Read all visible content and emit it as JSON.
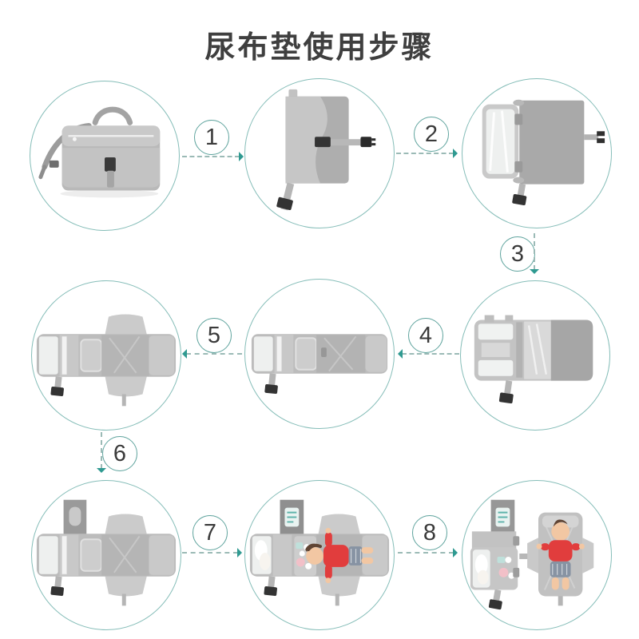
{
  "title": "尿布垫使用步骤",
  "steps": [
    {
      "number": "1",
      "direction": "right"
    },
    {
      "number": "2",
      "direction": "right"
    },
    {
      "number": "3",
      "direction": "down"
    },
    {
      "number": "4",
      "direction": "left"
    },
    {
      "number": "5",
      "direction": "left"
    },
    {
      "number": "6",
      "direction": "down"
    },
    {
      "number": "7",
      "direction": "right"
    },
    {
      "number": "8",
      "direction": "right"
    }
  ],
  "stages": [
    {
      "icon": "folded-diaper-bag-front-icon"
    },
    {
      "icon": "diaper-pad-top-view-buckled-icon"
    },
    {
      "icon": "diaper-pad-first-unfold-icon"
    },
    {
      "icon": "diaper-pad-second-unfold-icon"
    },
    {
      "icon": "diaper-pad-fully-open-strip-icon"
    },
    {
      "icon": "diaper-pad-wings-open-icon"
    },
    {
      "icon": "diaper-pad-wipes-flap-open-icon"
    },
    {
      "icon": "diaper-pad-in-use-baby-icon"
    },
    {
      "icon": "diaper-pad-final-baby-lying-icon"
    }
  ],
  "colors": {
    "accent_teal": "#2f9a91",
    "stage_circle_outline": "#85bdb8",
    "badge_outline": "#5ea39d",
    "dashed_line": "#9bbab6",
    "title_text": "#3f3f3f",
    "number_text": "#3a3a3a",
    "product_gray": "#b9b9b9",
    "baby_shirt_red": "#e13d3d",
    "background": "#ffffff"
  }
}
